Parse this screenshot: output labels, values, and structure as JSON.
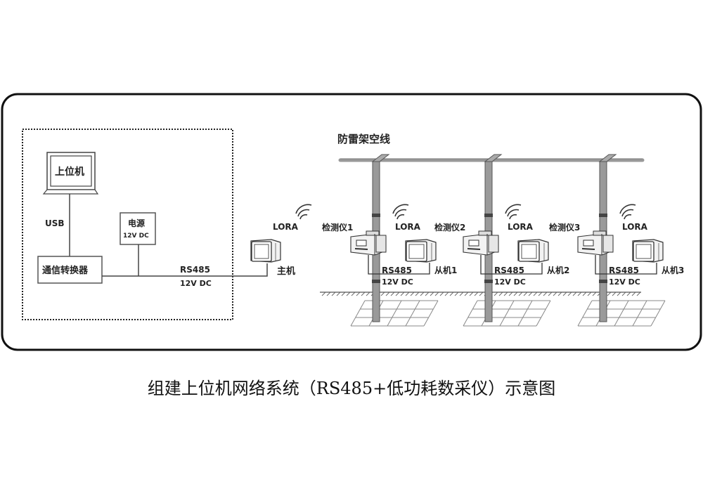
{
  "diagram": {
    "overhead_line_label": "防雷架空线",
    "local_station": {
      "pc_label": "上位机",
      "usb_label": "USB",
      "converter_label": "通信转换器",
      "power_label": "电源",
      "power_voltage": "12V DC",
      "bus_label": "RS485",
      "bus_voltage": "12V DC"
    },
    "master": {
      "label": "主机",
      "radio_label": "LORA"
    },
    "stations": [
      {
        "detector_label": "检测仪1",
        "radio_label": "LORA",
        "bus_label": "RS485",
        "bus_voltage": "12V DC",
        "slave_label": "从机1"
      },
      {
        "detector_label": "检测仪2",
        "radio_label": "LORA",
        "bus_label": "RS485",
        "bus_voltage": "12V DC",
        "slave_label": "从机2"
      },
      {
        "detector_label": "检测仪3",
        "radio_label": "LORA",
        "bus_label": "RS485",
        "bus_voltage": "12V DC",
        "slave_label": "从机3"
      }
    ]
  },
  "caption": "组建上位机网络系统（RS485+低功耗数采仪）示意图",
  "colors": {
    "line": "#222222",
    "pole_fill": "#9a9a9a",
    "grid": "#888888",
    "device_fill": "#f2f2f2"
  }
}
